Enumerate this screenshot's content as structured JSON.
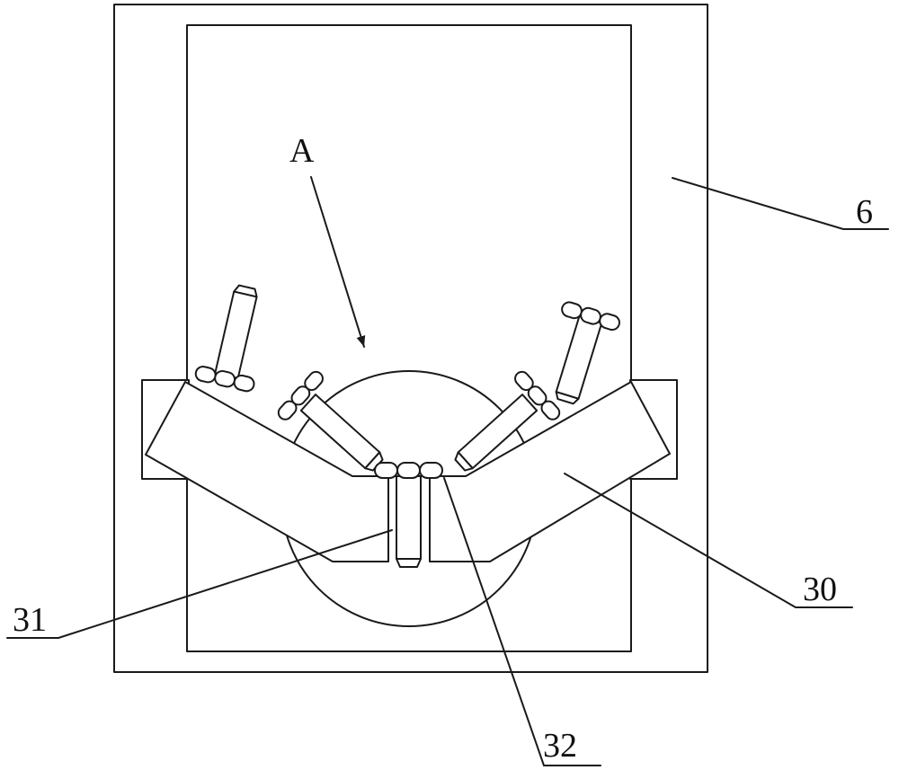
{
  "labels": {
    "a": "A",
    "frame": "6",
    "v_block": "30",
    "bottom_screw": "31",
    "bottom_nut": "32"
  },
  "colors": {
    "line": "#1a1a1a",
    "background": "#ffffff"
  }
}
